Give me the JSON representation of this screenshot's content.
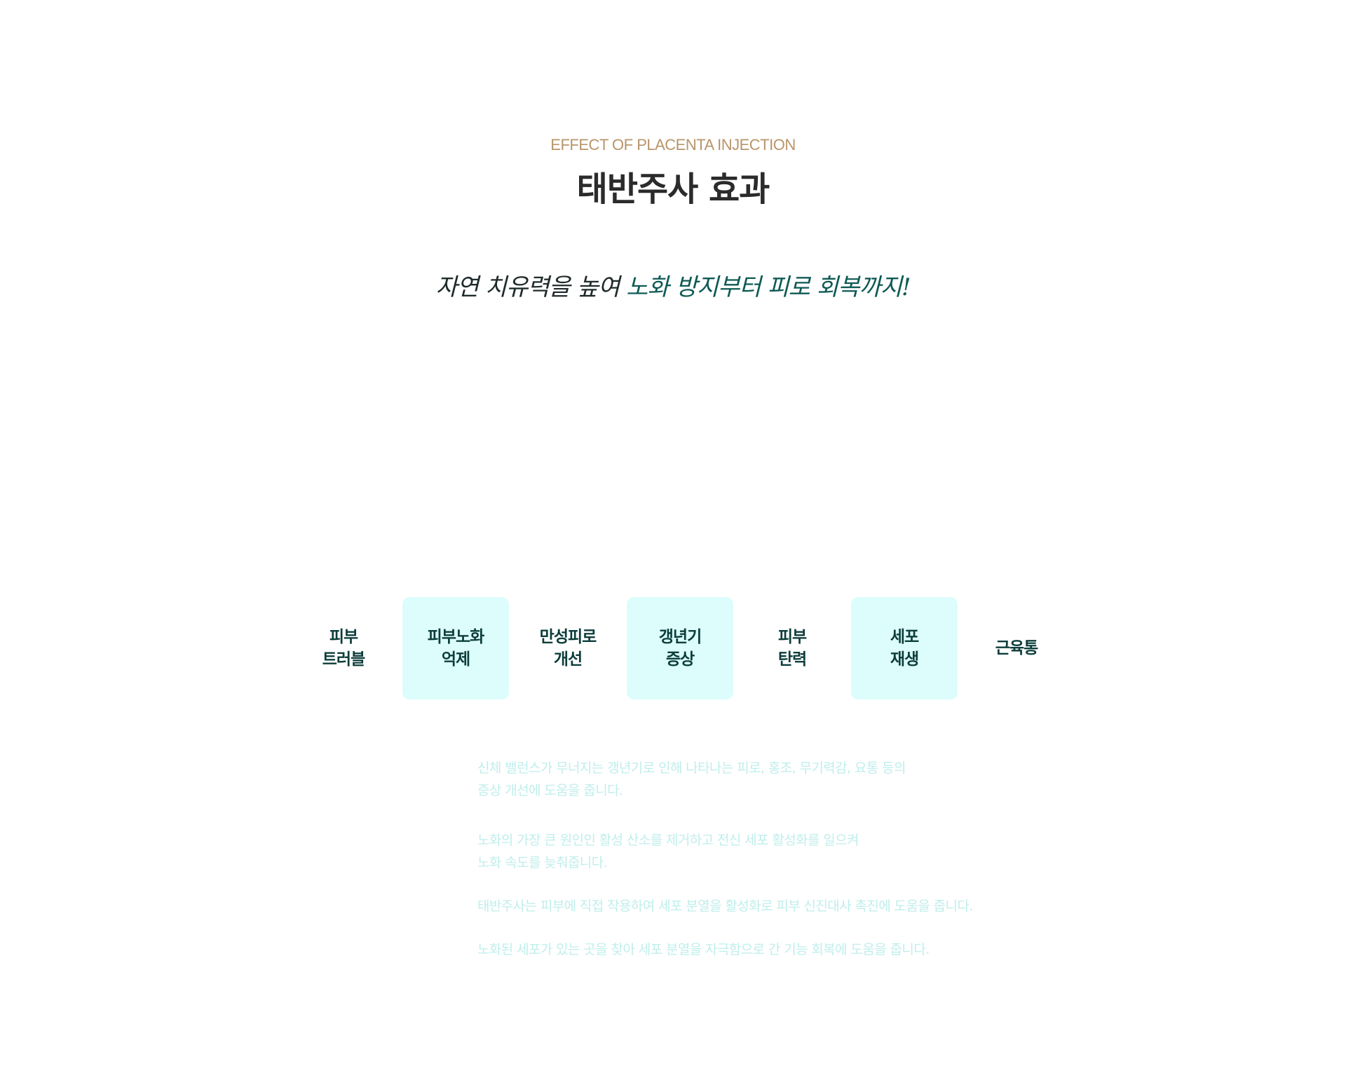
{
  "header": {
    "eyebrow": "EFFECT OF PLACENTA INJECTION",
    "title": "태반주사 효과",
    "tagline_lead": "자연 치유력을 높여 ",
    "tagline_accent": "노화 방지부터 피로 회복까지!"
  },
  "tabs": [
    {
      "line1": "피부",
      "line2": "트러블",
      "highlighted": false
    },
    {
      "line1": "피부노화",
      "line2": "억제",
      "highlighted": true
    },
    {
      "line1": "만성피로",
      "line2": "개선",
      "highlighted": false
    },
    {
      "line1": "갱년기",
      "line2": "증상",
      "highlighted": true
    },
    {
      "line1": "피부",
      "line2": "탄력",
      "highlighted": false
    },
    {
      "line1": "세포",
      "line2": "재생",
      "highlighted": true
    },
    {
      "line1": "근육통",
      "line2": "",
      "highlighted": false
    }
  ],
  "descriptions": [
    {
      "line1": "신체 밸런스가 무너지는 갱년기로 인해 나타나는 피로, 홍조, 무기력감, 요통 등의",
      "line2": "증상 개선에 도움을 줍니다."
    },
    {
      "line1": "노화의 가장 큰 원인인 활성 산소를 제거하고 전신 세포 활성화를 일으켜",
      "line2": "노화 속도를 늦춰줍니다."
    },
    {
      "line1": "태반주사는 피부에 직접 작용하여 세포 분열을 활성화로 피부 신진대사 촉진에 도움을 줍니다.",
      "line2": ""
    },
    {
      "line1": "노화된 세포가 있는 곳을 찾아 세포 분열을 자극함으로 간 기능 회복에 도움을 줍니다.",
      "line2": ""
    }
  ],
  "colors": {
    "eyebrow": "#b8956a",
    "title": "#2b2b2b",
    "accent": "#0e5a55",
    "tab_highlight": "#dcfdfc",
    "tab_text": "#0d3d3b",
    "description": "#bfeeeb"
  }
}
